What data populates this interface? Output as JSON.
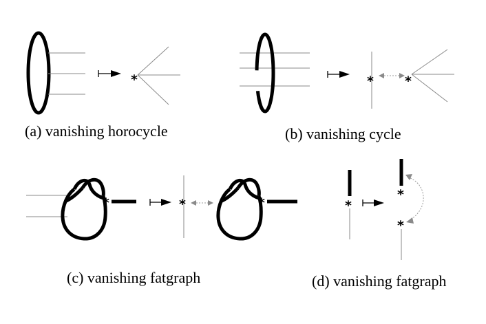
{
  "captions": {
    "a": "(a) vanishing horocycle",
    "b": "(b) vanishing cycle",
    "c": "(c) vanishing fatgraph",
    "d": "(d) vanishing fatgraph"
  },
  "markers": {
    "vertex": "*"
  },
  "colors": {
    "thick_curve": "#000000",
    "thin_line": "#8a8a8a",
    "arrow": "#000000",
    "double_arrow": "#8a8a8a"
  }
}
